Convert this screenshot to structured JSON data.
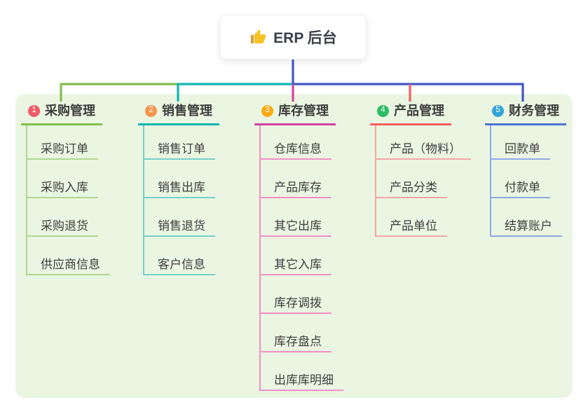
{
  "root": {
    "label": "ERP 后台",
    "icon": "thumbs-up-icon"
  },
  "branches": [
    {
      "badge": "1",
      "label": "采购管理",
      "badge_color": "#ef5b67",
      "line_color": "#82be4e",
      "child_line_color": "#b0d791",
      "children": [
        "采购订单",
        "采购入库",
        "采购退货",
        "供应商信息"
      ]
    },
    {
      "badge": "2",
      "label": "销售管理",
      "badge_color": "#f7954d",
      "line_color": "#0fb5b1",
      "child_line_color": "#76cfc9",
      "children": [
        "销售订单",
        "销售出库",
        "销售退货",
        "客户信息"
      ]
    },
    {
      "badge": "3",
      "label": "库存管理",
      "badge_color": "#f7ab13",
      "line_color": "#d3419f",
      "child_line_color": "#f090c4",
      "children": [
        "仓库信息",
        "产品库存",
        "其它出库",
        "其它入库",
        "库存调拨",
        "库存盘点",
        "出库库明细"
      ]
    },
    {
      "badge": "4",
      "label": "产品管理",
      "badge_color": "#2bbd63",
      "line_color": "#f25e5e",
      "child_line_color": "#f8a5a5",
      "children": [
        "产品（物料）",
        "产品分类",
        "产品单位"
      ]
    },
    {
      "badge": "5",
      "label": "财务管理",
      "badge_color": "#33a3da",
      "line_color": "#4a73d2",
      "child_line_color": "#8fa9e6",
      "children": [
        "回款单",
        "付款单",
        "结算账户"
      ]
    }
  ],
  "colors": {
    "root_connector": "#4356c7",
    "panel_bg": "#eaf6e2",
    "text": "#3d3d3d",
    "icon_thumb_hand": "#f7c325",
    "icon_thumb_sleeve": "#e09b3d"
  }
}
